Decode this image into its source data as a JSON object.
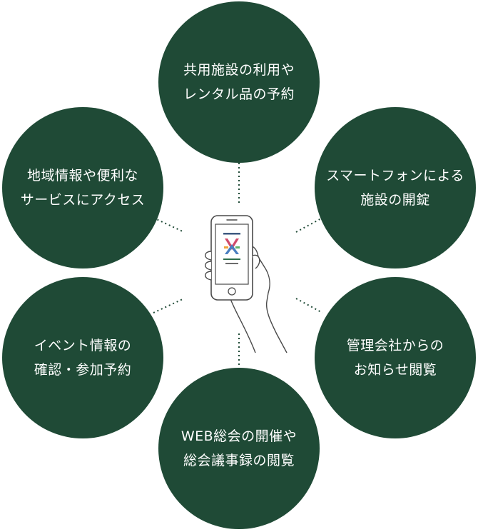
{
  "services": [
    {
      "id": "top",
      "lines": [
        "共用施設の利用や",
        "レンタル品の予約"
      ]
    },
    {
      "id": "top-right",
      "lines": [
        "スマートフォンによる",
        "施設の開錠"
      ]
    },
    {
      "id": "bottom-right",
      "lines": [
        "管理会社からの",
        "お知らせ閲覧"
      ]
    },
    {
      "id": "bottom",
      "lines": [
        "WEB総会の開催や",
        "総会議事録の閲覧"
      ]
    },
    {
      "id": "bottom-left",
      "lines": [
        "イベント情報の",
        "確認・参加予約"
      ]
    },
    {
      "id": "top-left",
      "lines": [
        "地域情報や便利な",
        "サービスにアクセス"
      ]
    }
  ],
  "colors": {
    "circle_fill": "#1f4a36",
    "circle_text": "#ffffff",
    "connector": "#1f4a36",
    "phone_outline": "#4a4a4a"
  },
  "icons": {
    "center": "smartphone-in-hand-icon"
  }
}
